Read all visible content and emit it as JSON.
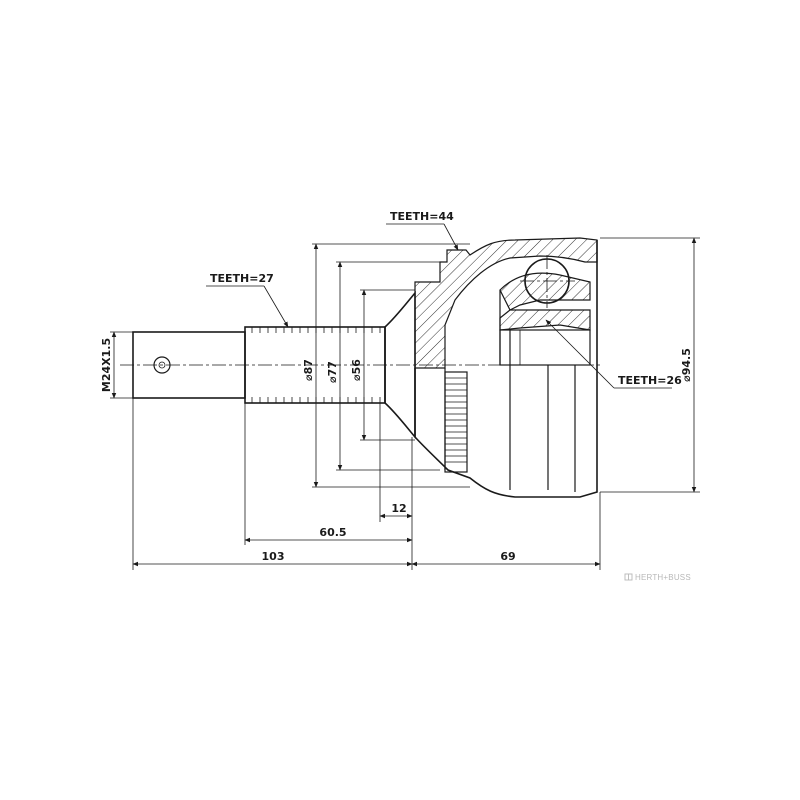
{
  "annotations": {
    "teeth_44": "TEETH=44",
    "teeth_27": "TEETH=27",
    "teeth_26": "TEETH=26"
  },
  "dimensions": {
    "thread": "M24X1.5",
    "dia_87": "⌀87",
    "dia_77": "⌀77",
    "dia_56": "⌀56",
    "dia_94_5": "⌀94.5",
    "len_12": "12",
    "len_60_5": "60.5",
    "len_103": "103",
    "len_69": "69"
  },
  "brand": {
    "label": "HERTH+BUSS",
    "logo_icon": "herth-buss-logo-icon"
  },
  "colors": {
    "ink": "#1a1a1a",
    "brand_gray": "#b8b8b8"
  }
}
